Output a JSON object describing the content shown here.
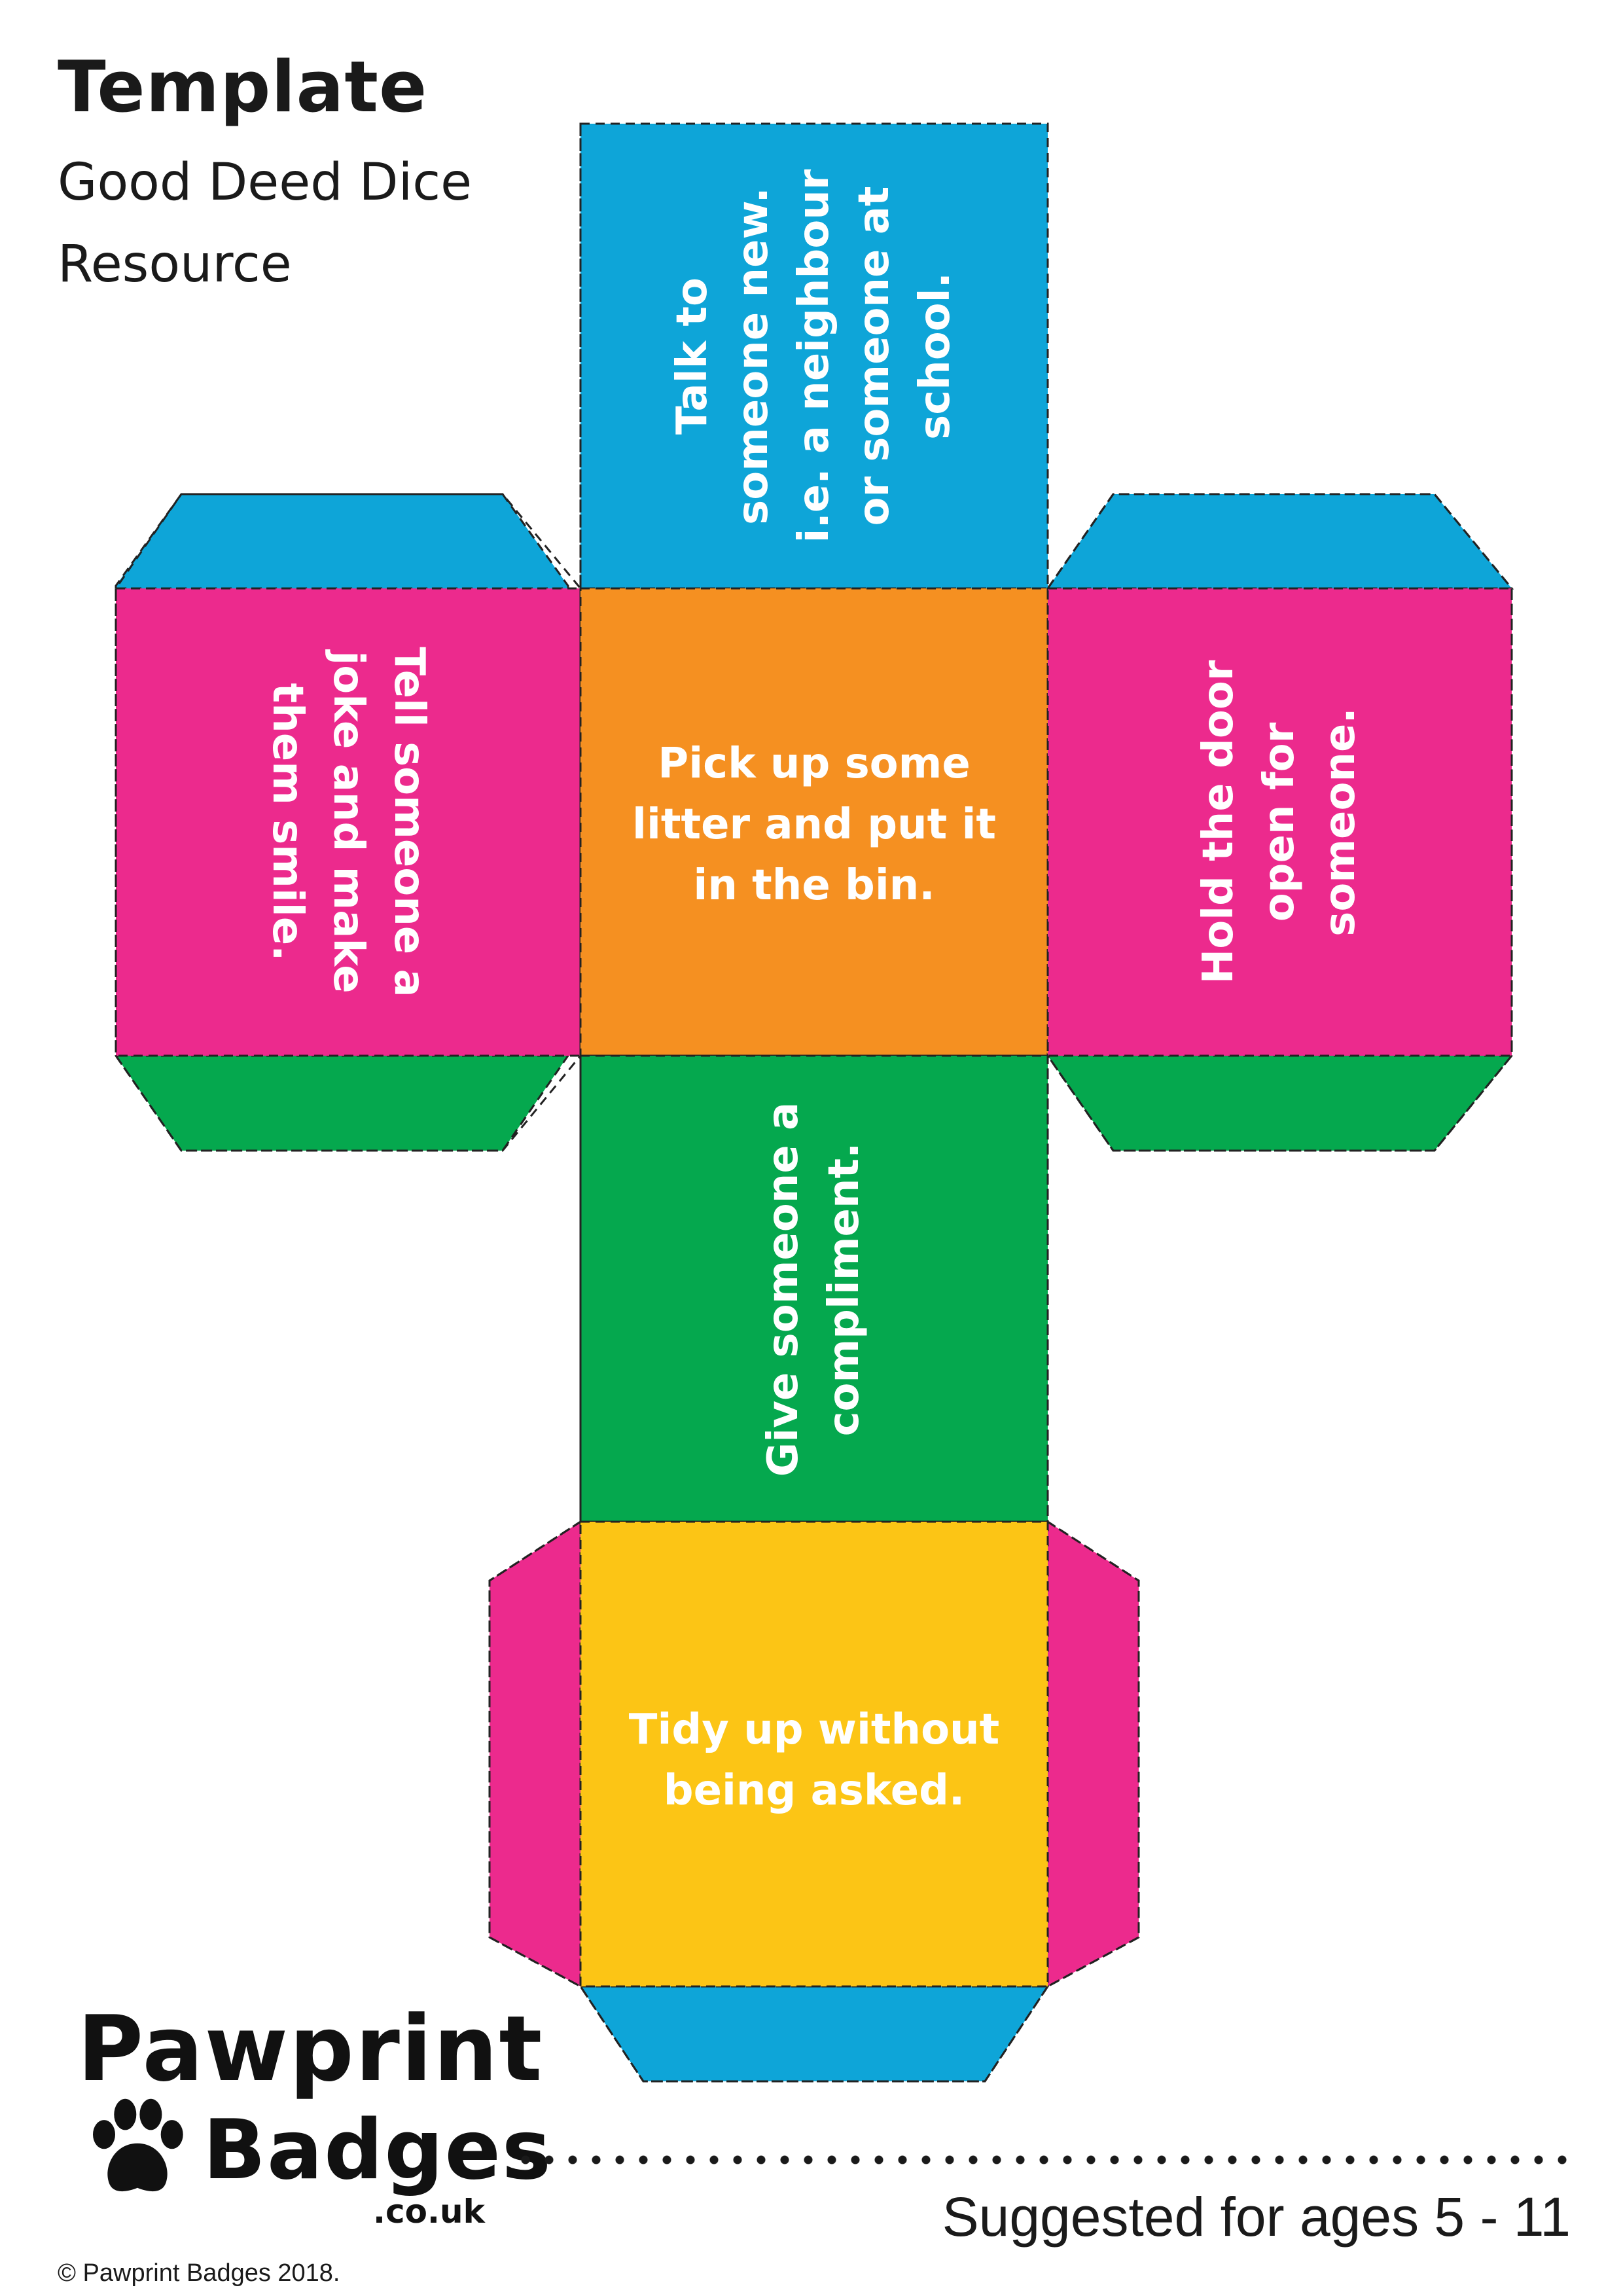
{
  "header": {
    "title": "Template",
    "subtitle_line1": "Good Deed Dice",
    "subtitle_line2": "Resource"
  },
  "faces": {
    "top": {
      "line1": "Talk to",
      "line2": "someone new.",
      "line3": "i.e. a neighbour",
      "line4": "or someone at",
      "line5": "school."
    },
    "left": {
      "line1": "Tell someone a",
      "line2": "joke and make",
      "line3": "them smile."
    },
    "center": {
      "line1": "Pick up some",
      "line2": "litter and put it",
      "line3": "in the bin."
    },
    "right": {
      "line1": "Hold the door",
      "line2": "open for",
      "line3": "someone."
    },
    "lower": {
      "line1": "Give someone a",
      "line2": "compliment."
    },
    "bottom": {
      "line1": "Tidy up without",
      "line2": "being asked."
    }
  },
  "colors": {
    "blue": "#0ea5d8",
    "pink": "#ec2a8d",
    "orange": "#f59021",
    "green": "#05a84e",
    "yellow": "#fcc515",
    "dash": "#222222"
  },
  "logo": {
    "line1": "Pawprint",
    "line2": "Badges",
    "line3": ".co.uk",
    "icon": "paw-print-icon"
  },
  "footer": {
    "ages": "Suggested for ages 5 - 11",
    "copyright": "© Pawprint Badges 2018."
  }
}
